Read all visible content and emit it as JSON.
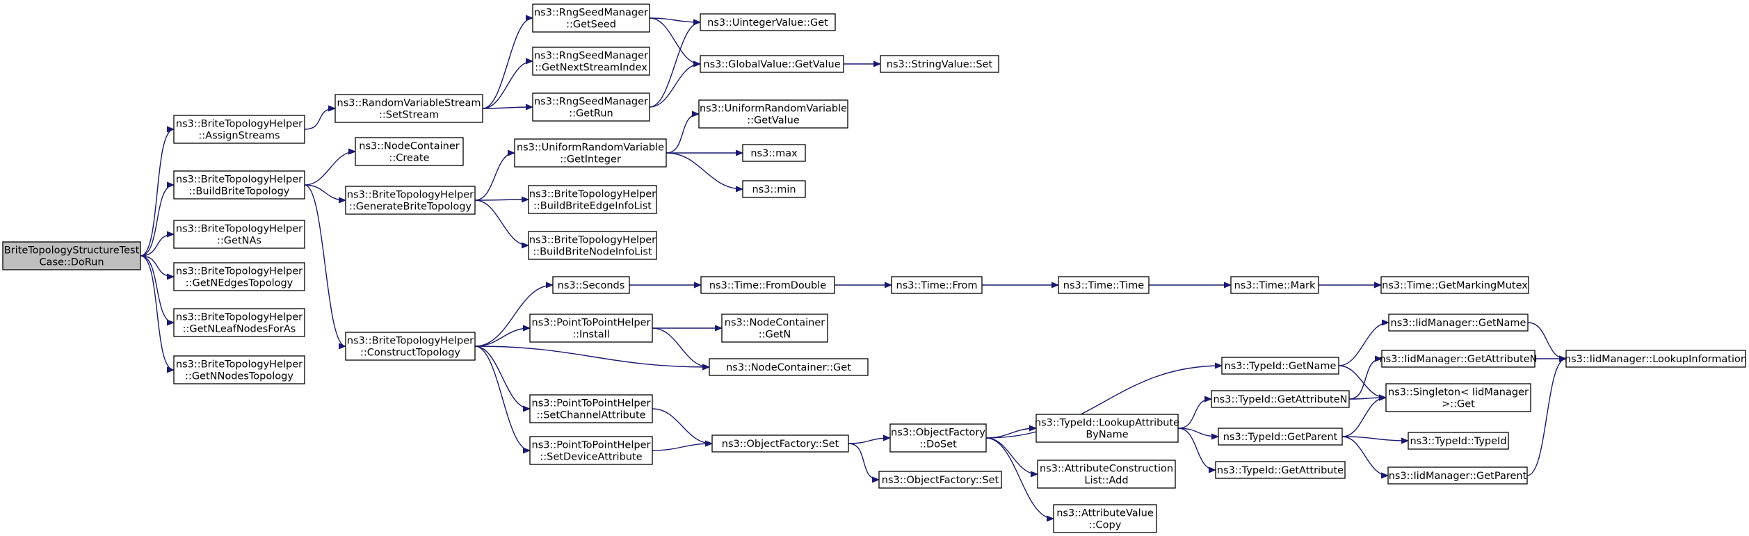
{
  "nodes": [
    {
      "id": "root",
      "lines": [
        "BriteTopologyStructureTest",
        "Case::DoRun"
      ],
      "root": true
    },
    {
      "id": "assignStreams",
      "lines": [
        "ns3::BriteTopologyHelper",
        "::AssignStreams"
      ]
    },
    {
      "id": "buildBrite",
      "lines": [
        "ns3::BriteTopologyHelper",
        "::BuildBriteTopology"
      ]
    },
    {
      "id": "getNAs",
      "lines": [
        "ns3::BriteTopologyHelper",
        "::GetNAs"
      ]
    },
    {
      "id": "getNEdges",
      "lines": [
        "ns3::BriteTopologyHelper",
        "::GetNEdgesTopology"
      ]
    },
    {
      "id": "getNLeaf",
      "lines": [
        "ns3::BriteTopologyHelper",
        "::GetNLeafNodesForAs"
      ]
    },
    {
      "id": "getNNodes",
      "lines": [
        "ns3::BriteTopologyHelper",
        "::GetNNodesTopology"
      ]
    },
    {
      "id": "rvsSetStream",
      "lines": [
        "ns3::RandomVariableStream",
        "::SetStream"
      ]
    },
    {
      "id": "ncCreate",
      "lines": [
        "ns3::NodeContainer",
        "::Create"
      ]
    },
    {
      "id": "genBrite",
      "lines": [
        "ns3::BriteTopologyHelper",
        "::GenerateBriteTopology"
      ]
    },
    {
      "id": "constructTopo",
      "lines": [
        "ns3::BriteTopologyHelper",
        "::ConstructTopology"
      ]
    },
    {
      "id": "rngGetSeed",
      "lines": [
        "ns3::RngSeedManager",
        "::GetSeed"
      ]
    },
    {
      "id": "rngGetNext",
      "lines": [
        "ns3::RngSeedManager",
        "::GetNextStreamIndex"
      ]
    },
    {
      "id": "rngGetRun",
      "lines": [
        "ns3::RngSeedManager",
        "::GetRun"
      ]
    },
    {
      "id": "urvGetInteger",
      "lines": [
        "ns3::UniformRandomVariable",
        "::GetInteger"
      ]
    },
    {
      "id": "buildEdgeInfo",
      "lines": [
        "ns3::BriteTopologyHelper",
        "::BuildBriteEdgeInfoList"
      ]
    },
    {
      "id": "buildNodeInfo",
      "lines": [
        "ns3::BriteTopologyHelper",
        "::BuildBriteNodeInfoList"
      ]
    },
    {
      "id": "seconds",
      "lines": [
        "ns3::Seconds"
      ]
    },
    {
      "id": "p2pInstall",
      "lines": [
        "ns3::PointToPointHelper",
        "::Install"
      ]
    },
    {
      "id": "p2pSetChannel",
      "lines": [
        "ns3::PointToPointHelper",
        "::SetChannelAttribute"
      ]
    },
    {
      "id": "p2pSetDevice",
      "lines": [
        "ns3::PointToPointHelper",
        "::SetDeviceAttribute"
      ]
    },
    {
      "id": "uintGet",
      "lines": [
        "ns3::UintegerValue::Get"
      ]
    },
    {
      "id": "gvGetValue",
      "lines": [
        "ns3::GlobalValue::GetValue"
      ]
    },
    {
      "id": "urvGetValue",
      "lines": [
        "ns3::UniformRandomVariable",
        "::GetValue"
      ]
    },
    {
      "id": "max",
      "lines": [
        "ns3::max"
      ]
    },
    {
      "id": "min",
      "lines": [
        "ns3::min"
      ]
    },
    {
      "id": "timeFromDouble",
      "lines": [
        "ns3::Time::FromDouble"
      ]
    },
    {
      "id": "ncGetN",
      "lines": [
        "ns3::NodeContainer",
        "::GetN"
      ]
    },
    {
      "id": "ncGet",
      "lines": [
        "ns3::NodeContainer::Get"
      ]
    },
    {
      "id": "ofSet",
      "lines": [
        "ns3::ObjectFactory::Set"
      ]
    },
    {
      "id": "strSet",
      "lines": [
        "ns3::StringValue::Set"
      ]
    },
    {
      "id": "timeFrom",
      "lines": [
        "ns3::Time::From"
      ]
    },
    {
      "id": "ofDoSet",
      "lines": [
        "ns3::ObjectFactory",
        "::DoSet"
      ]
    },
    {
      "id": "ofSet2",
      "lines": [
        "ns3::ObjectFactory::Set"
      ]
    },
    {
      "id": "timeTime",
      "lines": [
        "ns3::Time::Time"
      ]
    },
    {
      "id": "tidGetName",
      "lines": [
        "ns3::TypeId::GetName"
      ]
    },
    {
      "id": "tidLookup",
      "lines": [
        "ns3::TypeId::LookupAttribute",
        "ByName"
      ]
    },
    {
      "id": "aclAdd",
      "lines": [
        "ns3::AttributeConstruction",
        "List::Add"
      ]
    },
    {
      "id": "avCopy",
      "lines": [
        "ns3::AttributeValue",
        "::Copy"
      ]
    },
    {
      "id": "timeMark",
      "lines": [
        "ns3::Time::Mark"
      ]
    },
    {
      "id": "tidGetAttrN",
      "lines": [
        "ns3::TypeId::GetAttributeN"
      ]
    },
    {
      "id": "tidGetParent",
      "lines": [
        "ns3::TypeId::GetParent"
      ]
    },
    {
      "id": "tidGetAttr",
      "lines": [
        "ns3::TypeId::GetAttribute"
      ]
    },
    {
      "id": "timeMutex",
      "lines": [
        "ns3::Time::GetMarkingMutex"
      ]
    },
    {
      "id": "iidGetName",
      "lines": [
        "ns3::IidManager::GetName"
      ]
    },
    {
      "id": "iidGetAttrN",
      "lines": [
        "ns3::IidManager::GetAttributeN"
      ]
    },
    {
      "id": "singletonGet",
      "lines": [
        "ns3::Singleton< IidManager",
        " >::Get"
      ]
    },
    {
      "id": "tidTypeId",
      "lines": [
        "ns3::TypeId::TypeId"
      ]
    },
    {
      "id": "iidGetParent",
      "lines": [
        "ns3::IidManager::GetParent"
      ]
    },
    {
      "id": "iidLookup",
      "lines": [
        "ns3::IidManager::LookupInformation"
      ]
    }
  ],
  "edges": [
    [
      "root",
      "assignStreams"
    ],
    [
      "root",
      "buildBrite"
    ],
    [
      "root",
      "getNAs"
    ],
    [
      "root",
      "getNEdges"
    ],
    [
      "root",
      "getNLeaf"
    ],
    [
      "root",
      "getNNodes"
    ],
    [
      "assignStreams",
      "rvsSetStream"
    ],
    [
      "buildBrite",
      "ncCreate"
    ],
    [
      "buildBrite",
      "genBrite"
    ],
    [
      "buildBrite",
      "constructTopo"
    ],
    [
      "rvsSetStream",
      "rngGetSeed"
    ],
    [
      "rvsSetStream",
      "rngGetNext"
    ],
    [
      "rvsSetStream",
      "rngGetRun"
    ],
    [
      "rngGetSeed",
      "uintGet"
    ],
    [
      "rngGetSeed",
      "gvGetValue"
    ],
    [
      "rngGetRun",
      "uintGet"
    ],
    [
      "rngGetRun",
      "gvGetValue"
    ],
    [
      "gvGetValue",
      "strSet"
    ],
    [
      "genBrite",
      "urvGetInteger"
    ],
    [
      "genBrite",
      "buildEdgeInfo"
    ],
    [
      "genBrite",
      "buildNodeInfo"
    ],
    [
      "urvGetInteger",
      "urvGetValue"
    ],
    [
      "urvGetInteger",
      "max"
    ],
    [
      "urvGetInteger",
      "min"
    ],
    [
      "constructTopo",
      "seconds"
    ],
    [
      "constructTopo",
      "p2pInstall"
    ],
    [
      "constructTopo",
      "ncGet"
    ],
    [
      "constructTopo",
      "p2pSetChannel"
    ],
    [
      "constructTopo",
      "p2pSetDevice"
    ],
    [
      "seconds",
      "timeFromDouble"
    ],
    [
      "timeFromDouble",
      "timeFrom"
    ],
    [
      "timeFrom",
      "timeTime"
    ],
    [
      "timeTime",
      "timeMark"
    ],
    [
      "timeMark",
      "timeMutex"
    ],
    [
      "p2pInstall",
      "ncGetN"
    ],
    [
      "p2pInstall",
      "ncGet"
    ],
    [
      "p2pSetChannel",
      "ofSet"
    ],
    [
      "p2pSetDevice",
      "ofSet"
    ],
    [
      "ofSet",
      "ofDoSet"
    ],
    [
      "ofSet",
      "ofSet2"
    ],
    [
      "ofDoSet",
      "tidGetName"
    ],
    [
      "ofDoSet",
      "tidLookup"
    ],
    [
      "ofDoSet",
      "aclAdd"
    ],
    [
      "ofDoSet",
      "avCopy"
    ],
    [
      "tidGetName",
      "iidGetName"
    ],
    [
      "tidGetName",
      "singletonGet"
    ],
    [
      "tidLookup",
      "tidGetAttrN"
    ],
    [
      "tidLookup",
      "tidGetParent"
    ],
    [
      "tidLookup",
      "tidGetAttr"
    ],
    [
      "tidGetAttrN",
      "iidGetAttrN"
    ],
    [
      "tidGetAttrN",
      "singletonGet"
    ],
    [
      "tidGetParent",
      "singletonGet"
    ],
    [
      "tidGetParent",
      "tidTypeId"
    ],
    [
      "tidGetParent",
      "iidGetParent"
    ],
    [
      "iidGetName",
      "iidLookup"
    ],
    [
      "iidGetAttrN",
      "iidLookup"
    ],
    [
      "iidGetParent",
      "iidLookup"
    ]
  ]
}
